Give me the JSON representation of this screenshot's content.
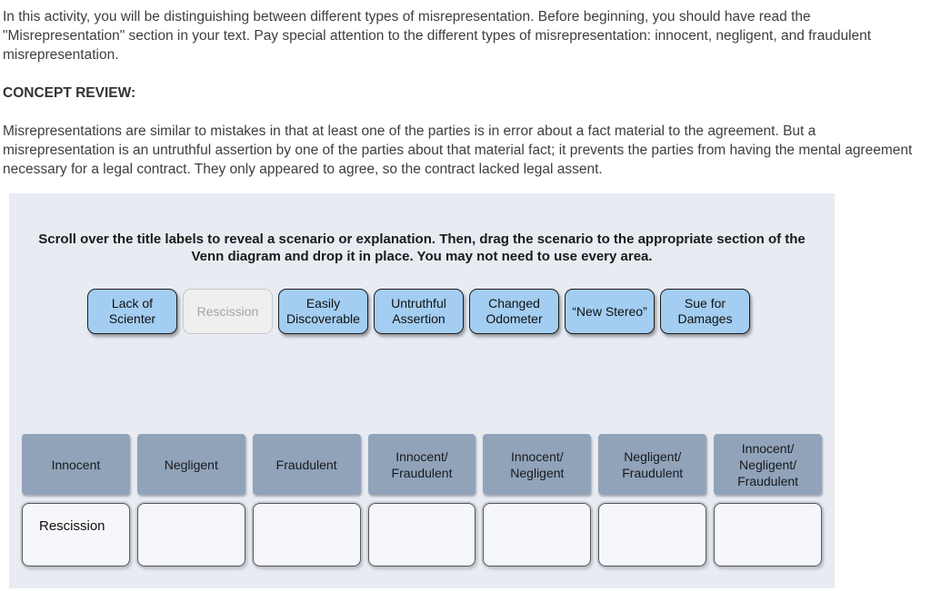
{
  "document": {
    "intro": "In this activity, you will be distinguishing between different types of misrepresentation. Before beginning, you should have read the \"Misrepresentation\" section in your text. Pay special attention to the different types of misrepresentation: innocent, negligent, and fraudulent misrepresentation.",
    "concept_review_heading": "CONCEPT REVIEW:",
    "concept_review_body": "Misrepresentations are similar to mistakes in that at least one of the parties is in error about a fact material to the agreement. But a misrepresentation is an untruthful assertion by one of the parties about that material fact; it prevents the parties from having the mental agreement necessary for a legal contract. They only appeared to agree, so the contract lacked legal assent."
  },
  "activity": {
    "instructions": "Scroll over the title labels to reveal a scenario or explanation. Then, drag the scenario to the appropriate section of the Venn diagram and drop it in place. You may not need to use every area.",
    "labels": [
      {
        "text": "Lack of Scienter",
        "state": "available"
      },
      {
        "text": "Rescission",
        "state": "used"
      },
      {
        "text": "Easily Discoverable",
        "state": "available"
      },
      {
        "text": "Untruthful Assertion",
        "state": "available"
      },
      {
        "text": "Changed Odometer",
        "state": "available"
      },
      {
        "text": "“New Stereo”",
        "state": "available"
      },
      {
        "text": "Sue for Damages",
        "state": "available"
      }
    ],
    "columns": [
      {
        "header": "Innocent",
        "dropped": "Rescission"
      },
      {
        "header": "Negligent",
        "dropped": ""
      },
      {
        "header": "Fraudulent",
        "dropped": ""
      },
      {
        "header": "Innocent/\nFraudulent",
        "dropped": ""
      },
      {
        "header": "Innocent/\nNegligent",
        "dropped": ""
      },
      {
        "header": "Negligent/\nFraudulent",
        "dropped": ""
      },
      {
        "header": "Innocent/\nNegligent/\nFraudulent",
        "dropped": ""
      }
    ],
    "colors": {
      "panel_bg": "#e8ebf2",
      "label_bg": "#a3cdf1",
      "label_border": "#1c1c1c",
      "label_disabled_bg": "#efefef",
      "label_disabled_border": "#c9c9c9",
      "label_disabled_text": "#a6a6a6",
      "header_bg": "#91a3b9",
      "dropzone_bg": "#f6f7fa",
      "dropzone_border": "#55555a"
    }
  }
}
